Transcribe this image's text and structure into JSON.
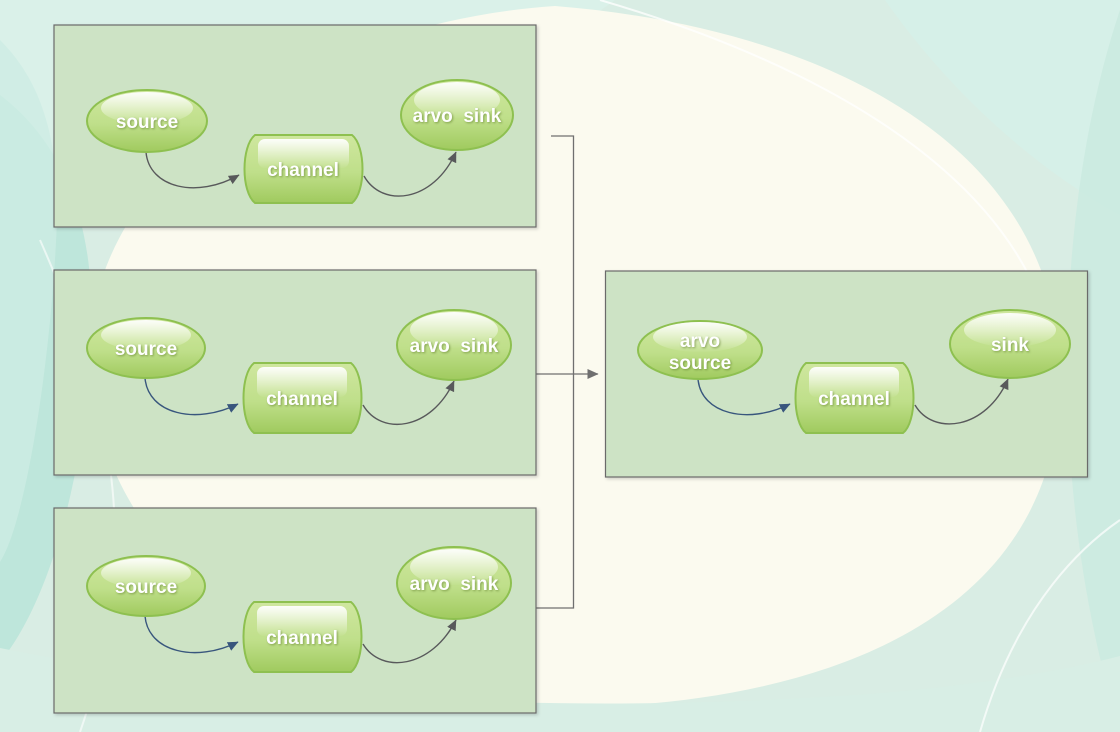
{
  "diagram_type": "flume-agent-flow-diagram",
  "panels": [
    {
      "id": "agent-1",
      "nodes": {
        "source": "source",
        "channel": "channel",
        "sink": "arvo  sink"
      }
    },
    {
      "id": "agent-2",
      "nodes": {
        "source": "source",
        "channel": "channel",
        "sink": "arvo  sink"
      }
    },
    {
      "id": "agent-3",
      "nodes": {
        "source": "source",
        "channel": "channel",
        "sink": "arvo  sink"
      }
    },
    {
      "id": "collector-agent",
      "nodes": {
        "source_line1": "arvo",
        "source_line2": "source",
        "channel": "channel",
        "sink": "sink"
      }
    }
  ],
  "colors": {
    "panel_fill": "#cde3c5",
    "panel_border": "#6a6a6a",
    "node_border": "#8ec050",
    "node_fill_top": "#cfe79f",
    "node_fill_bottom": "#a0ca5e",
    "label_text": "#ffffff",
    "arrow_gray": "#58595b",
    "arrow_navy": "#38567d",
    "connector_gray": "#6f6f6f",
    "bg_base": "#d9ede4",
    "bg_cream": "#fbfaef",
    "bg_teal": "#b9e4d9",
    "bg_aqua": "#daf1e9"
  }
}
